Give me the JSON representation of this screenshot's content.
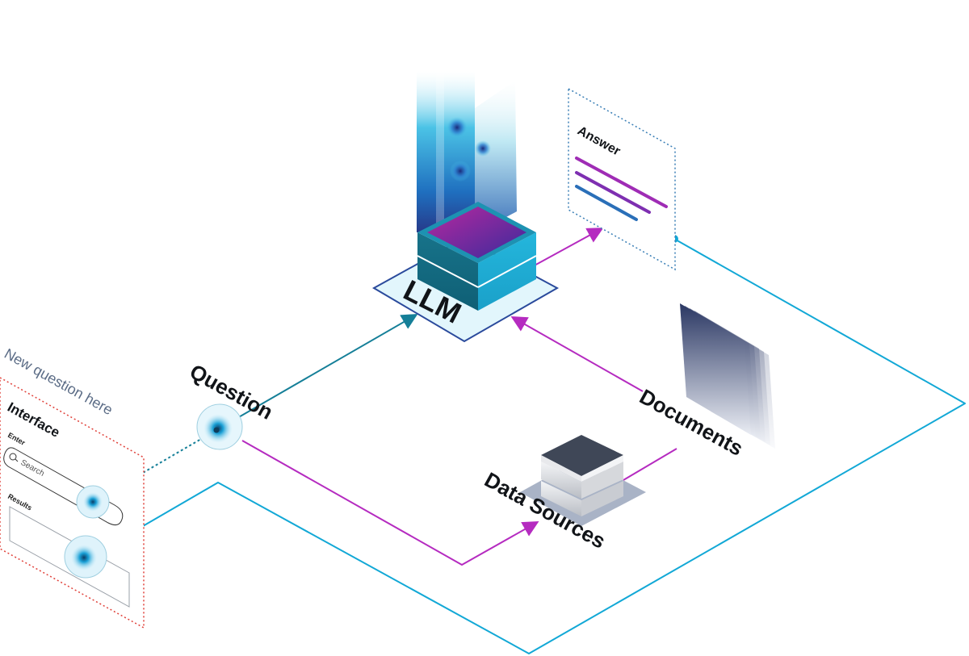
{
  "diagram": {
    "interface_panel": {
      "prompt_text": "New question here",
      "title": "Interface",
      "enter_label": "Enter",
      "search_placeholder": "Search",
      "results_label": "Results"
    },
    "nodes": {
      "question": "Question",
      "llm": "LLM",
      "answer": "Answer",
      "documents": "Documents",
      "data_sources": "Data Sources"
    },
    "colors": {
      "cyan": "#12a8d6",
      "magenta": "#b52bc0",
      "teal": "#157f98",
      "navy": "#27365e",
      "interface_border": "#e0413a"
    }
  }
}
